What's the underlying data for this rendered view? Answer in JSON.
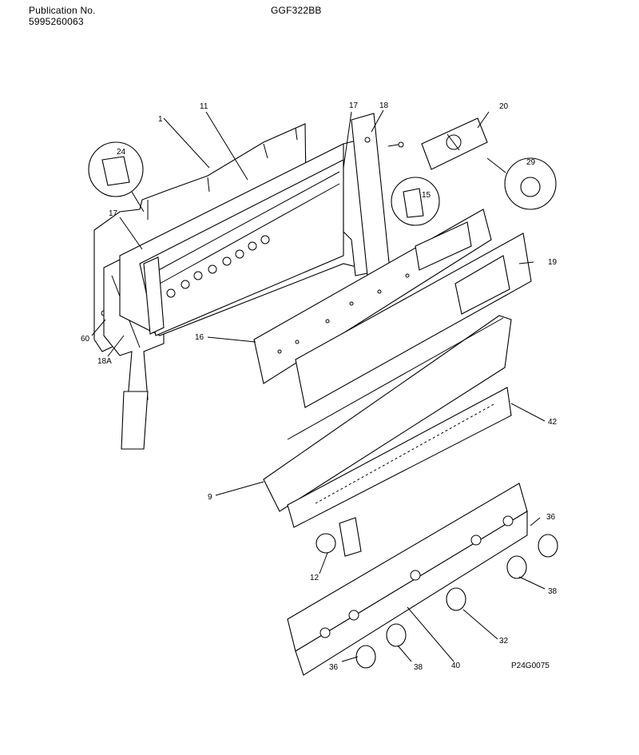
{
  "header": {
    "publication_label": "Publication No.",
    "publication_number": "5995260063",
    "model": "GGF322BB"
  },
  "diagram_code": "P24G0075",
  "callouts": [
    "1",
    "11",
    "17",
    "18",
    "20",
    "24",
    "15",
    "29",
    "17",
    "19",
    "60",
    "18A",
    "16",
    "42",
    "9",
    "36",
    "12",
    "38",
    "32",
    "36",
    "38",
    "40"
  ]
}
